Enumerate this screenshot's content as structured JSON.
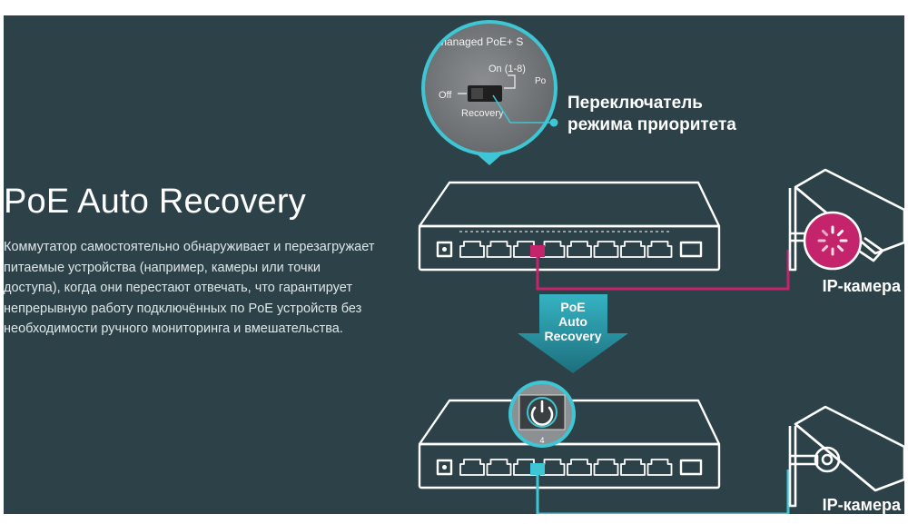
{
  "title": "PoE Auto Recovery",
  "description": "Коммутатор самостоятельно обнаруживает и перезагружает питаемые устройства (например, камеры или точки доступа), когда они перестают отвечать, что гарантирует непрерывную работу подключённых по PoE устройств без необходимости ручного мониторинга и вмешательства.",
  "callout": {
    "line1": "Переключатель",
    "line2": "режима приоритета"
  },
  "zoom_panel": {
    "top_text": "managed PoE+ S",
    "on_label": "On (1-8)",
    "off_label": "Off",
    "recovery_label": "Recovery",
    "edge_text": "Po"
  },
  "arrow": {
    "line1": "PoE",
    "line2": "Auto",
    "line3": "Recovery"
  },
  "camera_label_top": "IP-камера",
  "camera_label_bottom": "IP-камера",
  "port_number": "4",
  "colors": {
    "background": "#2d4248",
    "accent_teal": "#3ec6d4",
    "fault_magenta": "#c4246c",
    "outline": "#ffffff"
  },
  "icons": {
    "fault_indicator": "loading-spinner-icon",
    "recovery_indicator": "power-icon"
  }
}
